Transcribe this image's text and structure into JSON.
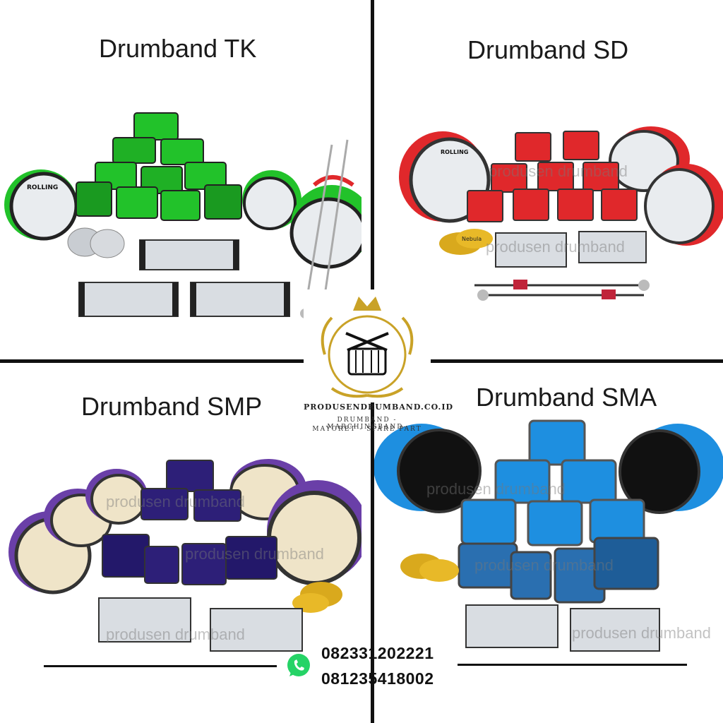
{
  "quadrants": {
    "tk": {
      "title": "Drumband TK",
      "accent": "#22c22a"
    },
    "sd": {
      "title": "Drumband SD",
      "accent": "#e0282b"
    },
    "smp": {
      "title": "Drumband SMP",
      "accent": "#6a3fa8"
    },
    "sma": {
      "title": "Drumband SMA",
      "accent": "#1e8fe0"
    }
  },
  "watermark_text": "produsen drumband",
  "brand": {
    "name": "PRODUSENDRUMBAND.CO.ID",
    "tagline_1": "DRUMBAND - MARCHINGBAND-",
    "tagline_2": "MAYORET - SPARE PART",
    "gold": "#c9a227"
  },
  "contact": {
    "icon": "whatsapp-icon",
    "phones": [
      "082331202221",
      "081235418002"
    ]
  },
  "drum_brand": "ROLLING",
  "cymbal_brand": "Nebula"
}
